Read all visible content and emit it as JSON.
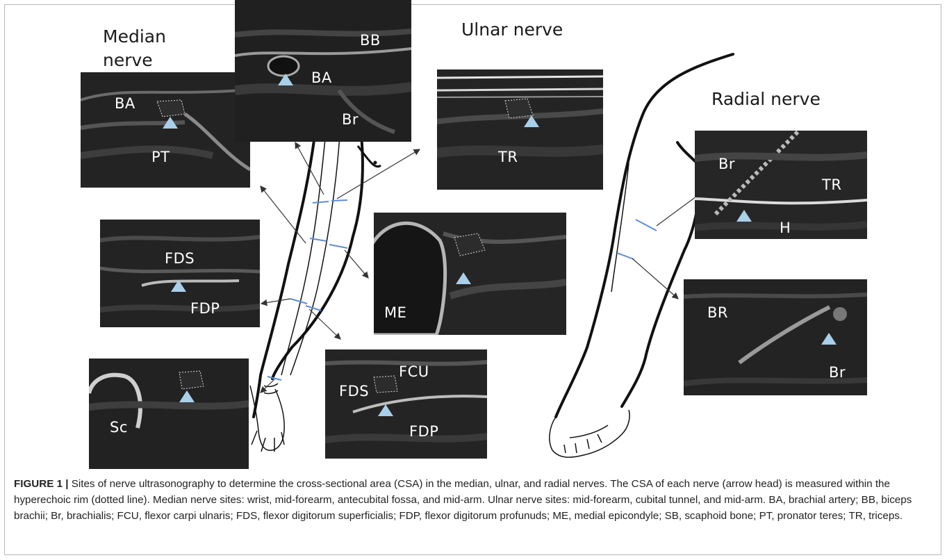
{
  "titles": {
    "median": "Median nerve",
    "ulnar": "Ulnar nerve",
    "radial": "Radial nerve"
  },
  "labels": {
    "p1_ba": "BA",
    "p1_pt": "PT",
    "p2_bb": "BB",
    "p2_ba": "BA",
    "p2_br": "Br",
    "p3_tr": "TR",
    "p4_br": "Br",
    "p4_tr": "TR",
    "p4_h": "H",
    "p5_fds": "FDS",
    "p5_fdp": "FDP",
    "p6_me": "ME",
    "p7_br_upper": "BR",
    "p7_br": "Br",
    "p8_sc": "Sc",
    "p9_fcu": "FCU",
    "p9_fds": "FDS",
    "p9_fdp": "FDP"
  },
  "caption": {
    "figure_label": "FIGURE 1 |",
    "text": " Sites of nerve ultrasonography to determine the cross-sectional area (CSA) in the median, ulnar, and radial nerves. The CSA of each nerve (arrow head) is measured within the hyperechoic rim (dotted line). Median nerve sites: wrist, mid-forearm, antecubital fossa, and mid-arm. Ulnar nerve sites: mid-forearm, cubital tunnel, and mid-arm. BA, brachial artery; BB, biceps brachii; Br, brachialis; FCU, flexor carpi ulnaris; FDS, flexor digitorum superficialis; FDP, flexor digitorum profunuds; ME, medial epicondyle; SB, scaphoid bone; PT, pronator teres; TR, triceps."
  },
  "colors": {
    "arrowhead": "#a9cfe9",
    "marker": "#5b8fd6",
    "outline": "#111111"
  }
}
